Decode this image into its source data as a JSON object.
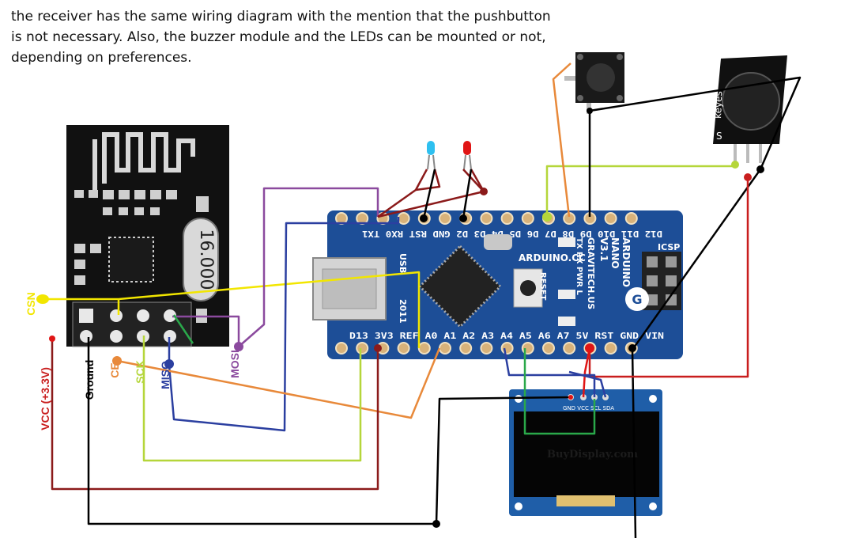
{
  "caption": "the receiver has the same wiring diagram with the mention that the pushbutton is not necessary. Also, the buzzer module and the LEDs can be mounted or not, depending on preferences.",
  "nrf": {
    "crystal": "16.000",
    "labels": {
      "csn": "CSN",
      "vcc": "VCC (+3.3V)",
      "ground": "Ground",
      "ce": "CE",
      "sck": "SCK",
      "miso": "MISO",
      "mosi": "MOSI"
    }
  },
  "nano": {
    "top_pins": "D12 D11 D10 D9 D8 D7 D6 D5 D4 D3 D2 GND RST RX0 TX1",
    "bottom_pins": "D13 3V3 REF A0 A1 A2 A3 A4 A5 A6 A7 5V RST GND VIN",
    "brand": "ARDUINO.CC",
    "model_line1": "ARDUINO",
    "model_line2": "NANO",
    "model_line3": "V3.1",
    "maker": "GRAVITECH.US",
    "icsp": "ICSP",
    "reset": "RESET",
    "usb": "USB",
    "year": "2011",
    "led_labels": "TX RX PWR L"
  },
  "oled": {
    "pins": "GND VCC SCL SDA",
    "brand": "BuyDisplay.com"
  },
  "buzzer": {
    "brand": "keyes",
    "pin": "S"
  },
  "colors": {
    "yellow": "#f2e600",
    "purple": "#8b4a9e",
    "navy": "#2b3fa0",
    "orange": "#e8893a",
    "lime": "#b5d63a",
    "darkred": "#8b1a1a",
    "green": "#2aa84a",
    "red": "#e01515",
    "black": "#000000",
    "board_blue": "#1d4e97"
  }
}
